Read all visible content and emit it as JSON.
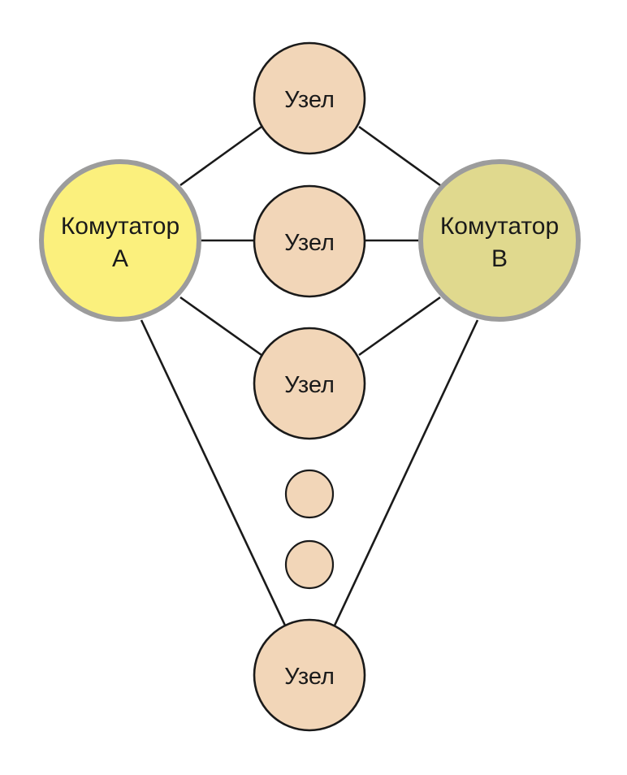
{
  "colors": {
    "switch_a_fill": "#fbf07d",
    "switch_b_fill": "#e0d98e",
    "switch_border": "#9c9c9c",
    "node_fill": "#f2d6b8",
    "node_border": "#1a1a1a",
    "link": "#1a1a1a"
  },
  "switch_a": {
    "line1": "Комутатор",
    "line2": "A"
  },
  "switch_b": {
    "line1": "Комутатор",
    "line2": "B"
  },
  "nodes": [
    {
      "label": "Узел"
    },
    {
      "label": "Узел"
    },
    {
      "label": "Узел"
    },
    {
      "label": "Узел"
    }
  ]
}
